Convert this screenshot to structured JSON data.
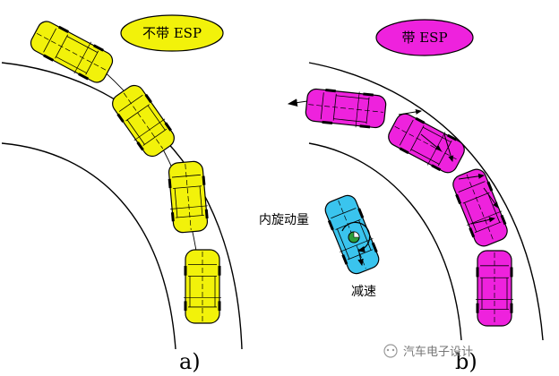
{
  "panel_a": {
    "badge_label": "不带 ESP",
    "caption": "a)",
    "car_color": "#f2f20a",
    "badge_color": "#f2f20a"
  },
  "panel_b": {
    "badge_label": "带 ESP",
    "caption": "b)",
    "car_color": "#ee22dd",
    "badge_color": "#ee22dd",
    "inset_car_color": "#3ac4ee",
    "inset_label_top": "内旋动量",
    "inset_label_bottom": "减速"
  },
  "watermark": {
    "text": "汽车电子设计"
  }
}
